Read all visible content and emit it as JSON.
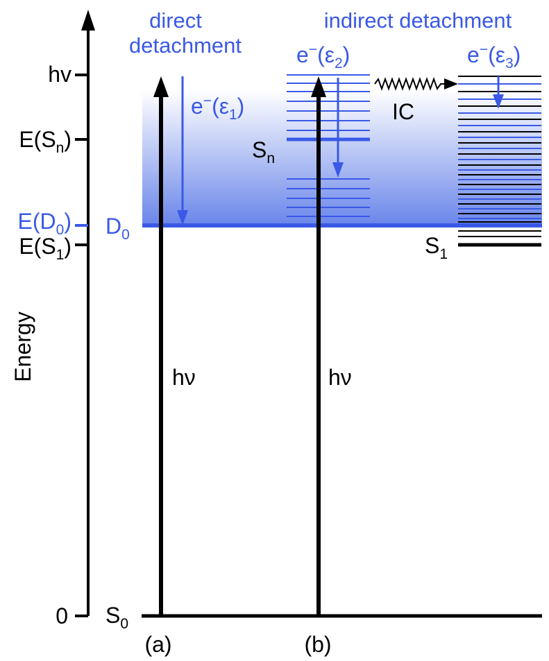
{
  "titles": {
    "direct": [
      "direct",
      "detachment"
    ],
    "indirect": "indirect detachment"
  },
  "axis": {
    "label": "Energy",
    "ticks": {
      "hv": "hv",
      "esn": [
        "E(S",
        "n",
        ")"
      ],
      "ed0": [
        "E(D",
        "0",
        ")"
      ],
      "es1": [
        "E(S",
        "1",
        ")"
      ],
      "zero": "0"
    }
  },
  "states": {
    "d0": [
      "D",
      "0"
    ],
    "sn": [
      "S",
      "n"
    ],
    "s1": [
      "S",
      "1"
    ],
    "s0": [
      "S",
      "0"
    ]
  },
  "electrons": {
    "e1": [
      "e",
      "−",
      "(ε",
      "1",
      ")"
    ],
    "e2": [
      "e",
      "−",
      "(ε",
      "2",
      ")"
    ],
    "e3": [
      "e",
      "−",
      "(ε",
      "3",
      ")"
    ]
  },
  "ic": "IC",
  "photon_labels": {
    "a": "hν",
    "b": "hν"
  },
  "panels": {
    "a": "(a)",
    "b": "(b)"
  },
  "colors": {
    "blue": "#3a59e6",
    "black": "#000000"
  }
}
